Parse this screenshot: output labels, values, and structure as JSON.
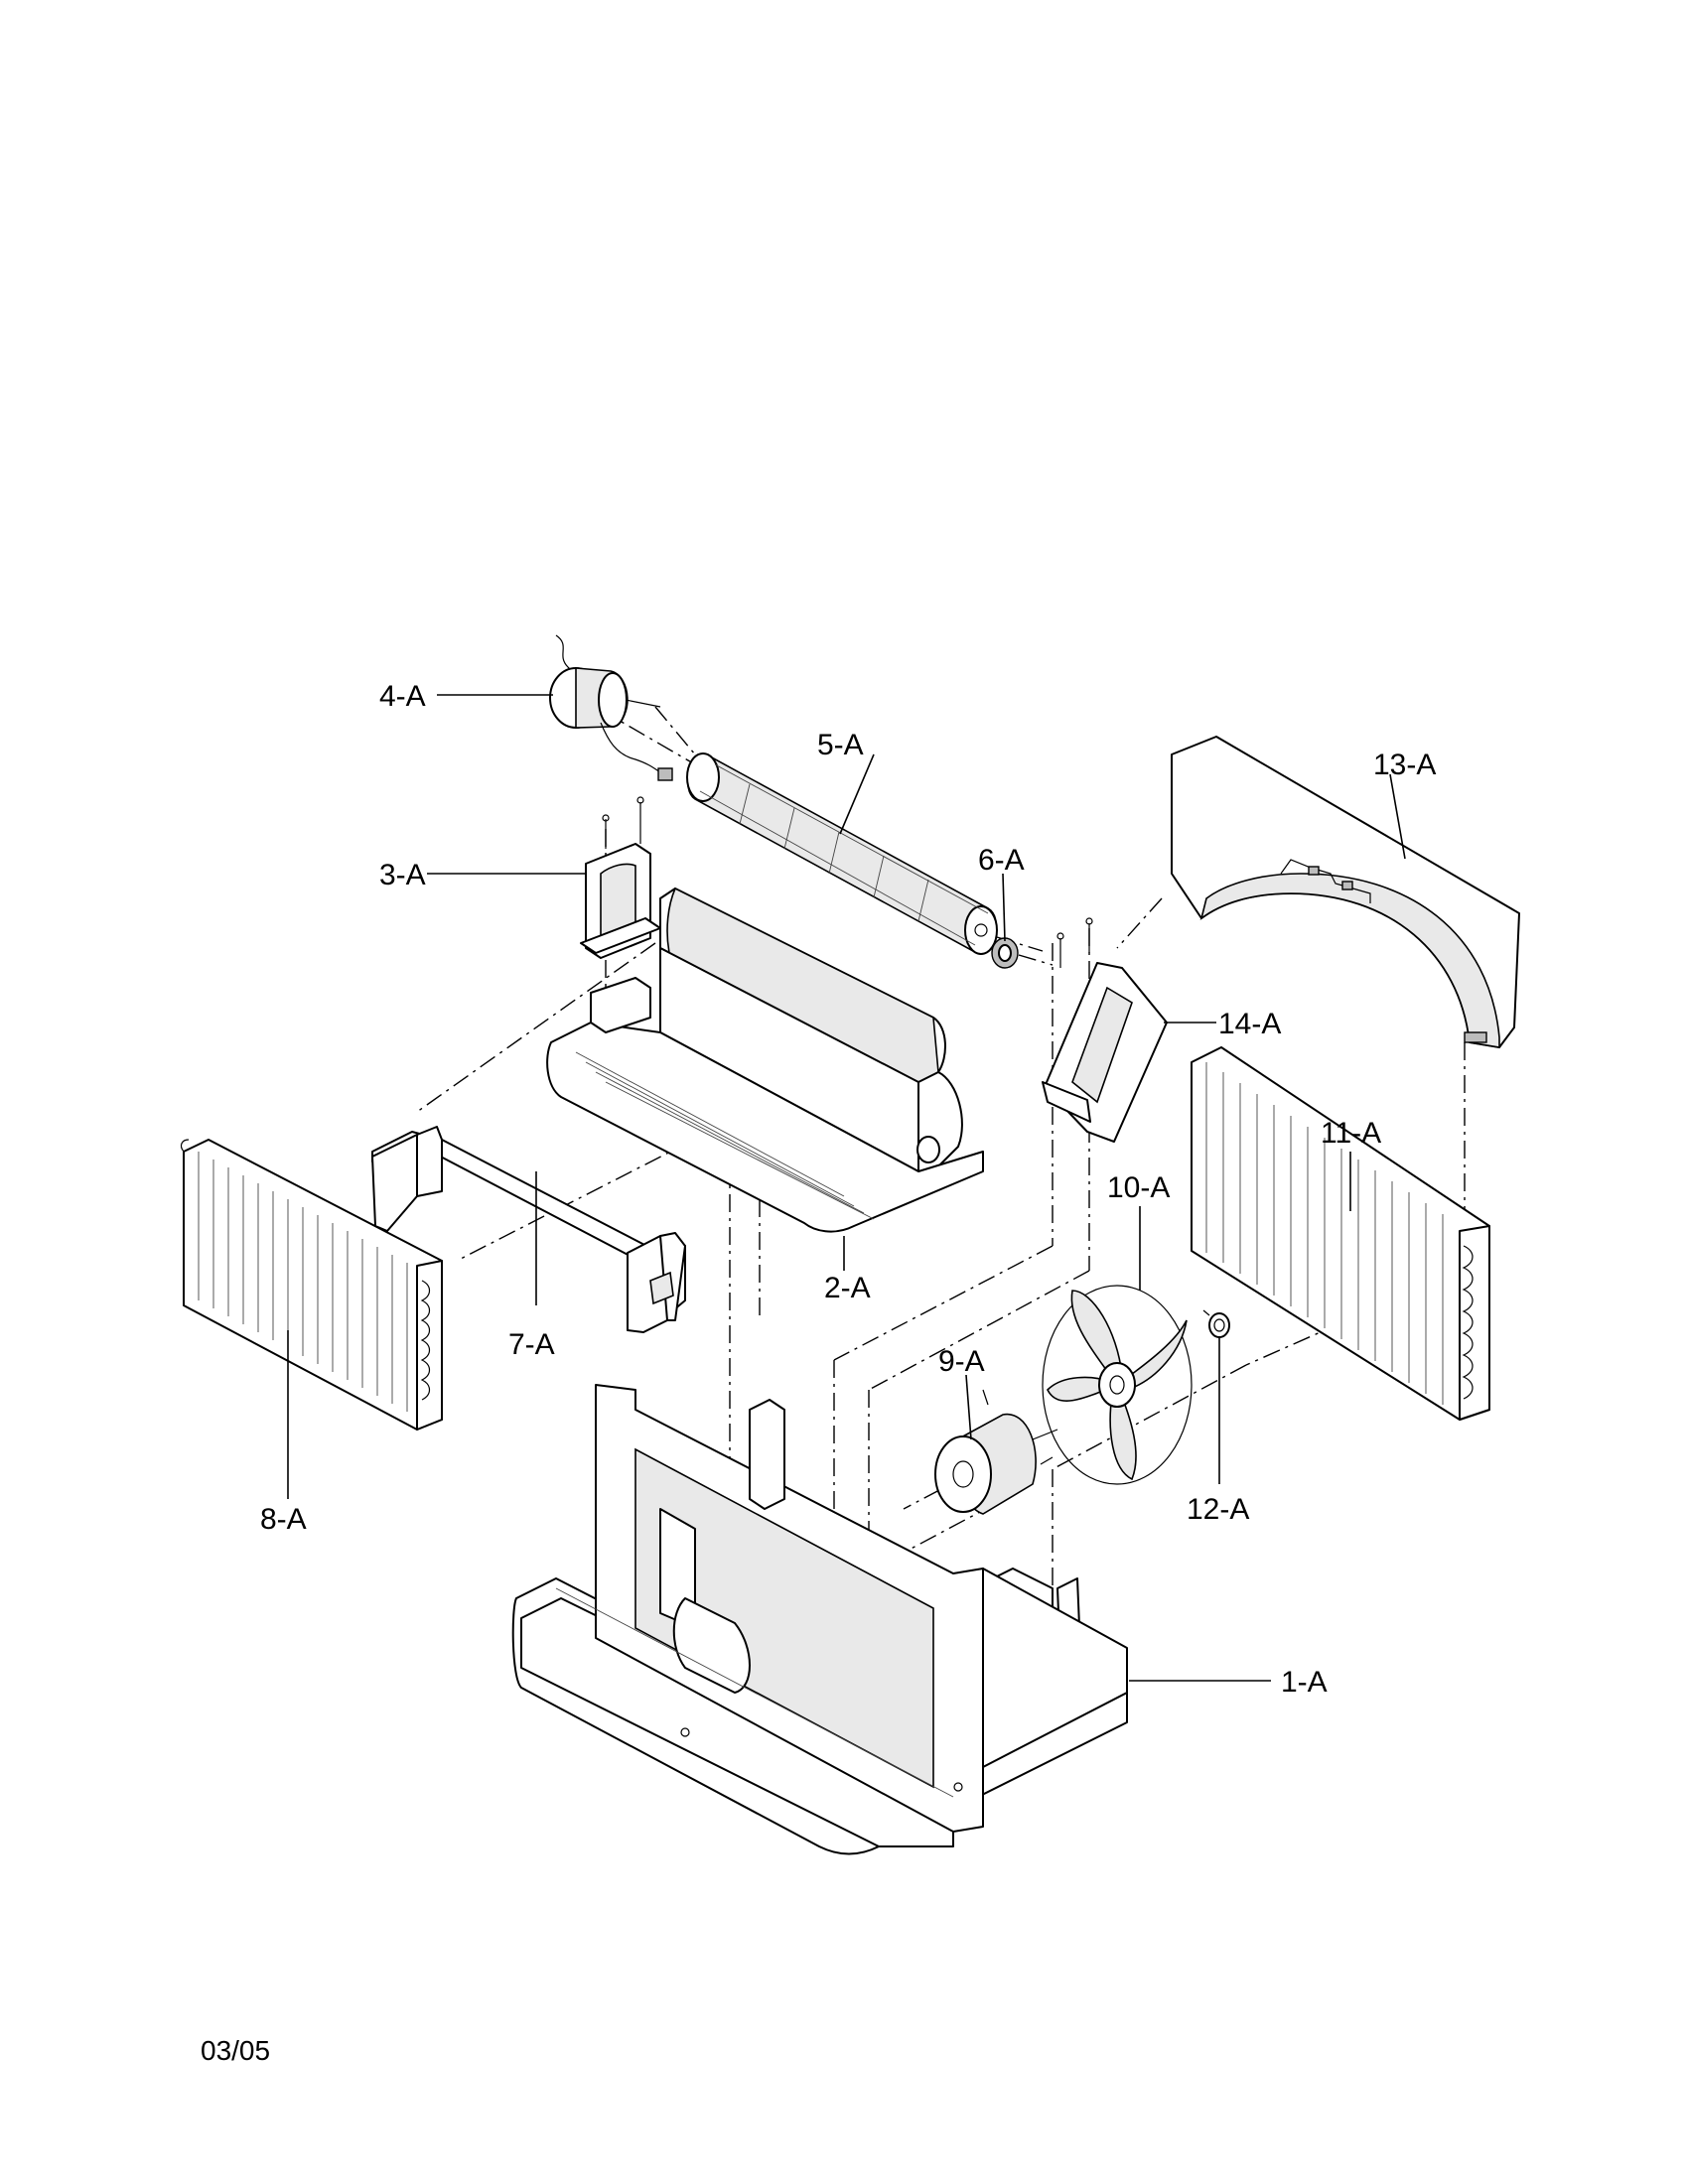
{
  "diagram": {
    "callouts": {
      "p1": "1-A",
      "p2": "2-A",
      "p3": "3-A",
      "p4": "4-A",
      "p5": "5-A",
      "p6": "6-A",
      "p7": "7-A",
      "p8": "8-A",
      "p9": "9-A",
      "p10": "10-A",
      "p11": "11-A",
      "p12": "12-A",
      "p13": "13-A",
      "p14": "14-A"
    },
    "footer_date": "03/05"
  }
}
